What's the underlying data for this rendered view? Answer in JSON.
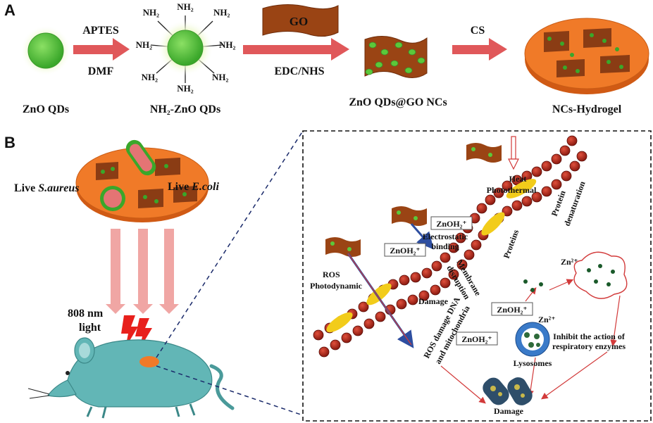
{
  "panel_a": {
    "letter": "A",
    "step1": {
      "top": "APTES",
      "bottom": "DMF"
    },
    "step2": {
      "box": "GO",
      "bottom": "EDC/NHS"
    },
    "step3": {
      "top": "CS"
    },
    "nh2": "NH₂",
    "captions": {
      "zno": "ZnO  QDs",
      "nh2zno": "NH₂-ZnO QDs",
      "zno_go": "ZnO  QDs@GO  NCs",
      "hydrogel": "NCs-Hydrogel"
    }
  },
  "panel_b": {
    "letter": "B",
    "saureus_prefix": "Live ",
    "saureus_name": "S.aureus",
    "ecoli_prefix": "Live ",
    "ecoli_name": "E.coli",
    "light_line1": "808 nm",
    "light_line2": "light",
    "heat": "Heat",
    "photothermal": "Photothermal",
    "protein_den_1": "Protein",
    "protein_den_2": "denaturation",
    "proteins": "Proteins",
    "znoh_top": "ZnOH₂⁺",
    "electrostatic_1": "Electrostatic",
    "electrostatic_2": "binding",
    "znoh_mid": "ZnOH₂⁺",
    "membrane_1": "Membrane",
    "membrane_2": "disruption",
    "ros": "ROS",
    "photodynamic": "Photodynamic",
    "damage_mid": "Damage",
    "znoh_low1": "ZnOH₂⁺",
    "znoh_low2": "ZnOH₂⁺",
    "zn_right": "Zn²⁺",
    "zn_mid": "Zn²⁺",
    "lysosomes": "Lysosomes",
    "ros_dna_1": "ROS damage DNA",
    "ros_dna_2": "and mitochondria",
    "inhibit_1": "Inhibit the action of",
    "inhibit_2": "respiratory enzymes",
    "damage_bottom": "Damage"
  },
  "colors": {
    "zno_green": "#5cc83a",
    "glow": "#d8f0a0",
    "arrow_red": "#e0585a",
    "go_brown": "#9a4414",
    "hydrogel_orange": "#f07a28",
    "light_pink": "#f0a6a4",
    "mouse_teal": "#62b6b6",
    "bead_red": "#b0281c",
    "protein_yellow": "#f2cc1a"
  },
  "icons": {
    "zno_qd": "green-sphere",
    "lightning": "lightning-bolt",
    "mouse": "mouse-silhouette",
    "lysosome": "blue-ring-cell",
    "bacterium": "rod-bacterium"
  }
}
